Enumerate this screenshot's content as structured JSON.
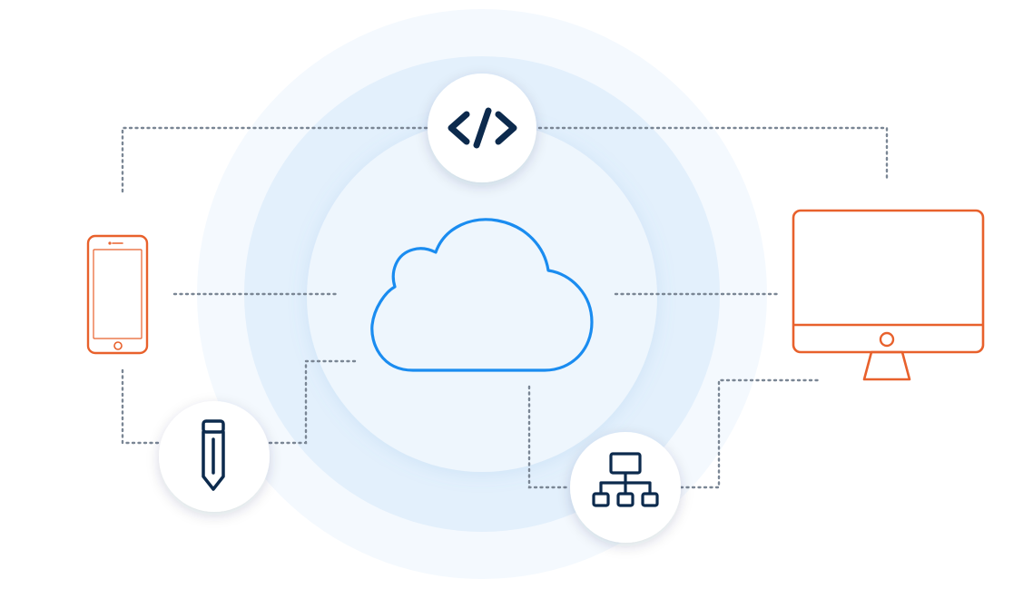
{
  "diagram": {
    "colors": {
      "ring_outer": "#f4f9fe",
      "ring_middle": "#e3f0fc",
      "ring_inner": "#eef6fd",
      "connector": "#7a8694",
      "cloud": "#1a8cf0",
      "device": "#e8612c",
      "node_icon": "#0c2a4d"
    },
    "hub": {
      "icon": "cloud-icon"
    },
    "devices": [
      {
        "id": "phone",
        "icon": "smartphone-icon"
      },
      {
        "id": "monitor",
        "icon": "desktop-monitor-icon"
      }
    ],
    "nodes": [
      {
        "id": "code",
        "icon": "code-brackets-icon"
      },
      {
        "id": "design",
        "icon": "pencil-icon"
      },
      {
        "id": "network",
        "icon": "hierarchy-network-icon"
      }
    ]
  }
}
